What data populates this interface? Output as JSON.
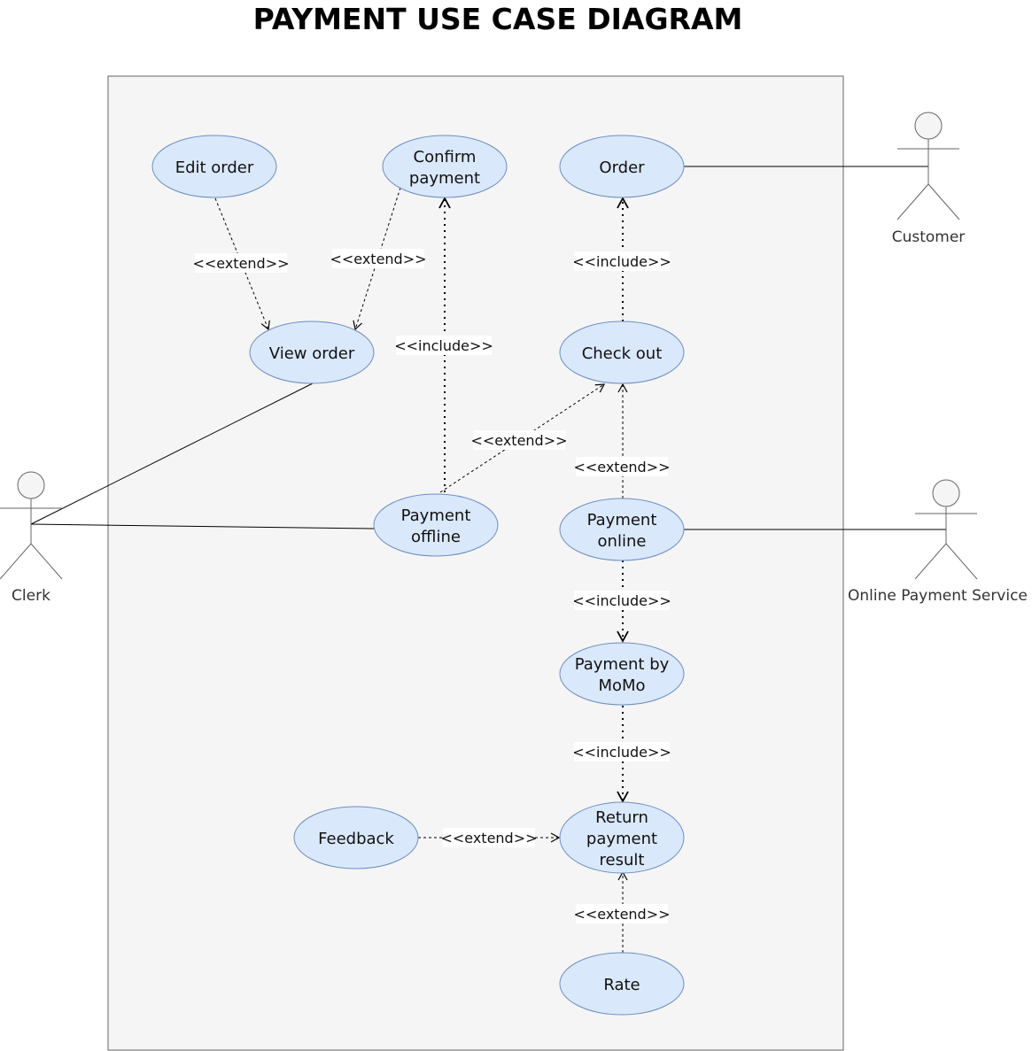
{
  "title": "PAYMENT USE CASE DIAGRAM",
  "colors": {
    "usecase_fill": "#dae8fc",
    "usecase_stroke": "#6c8ebf",
    "system_fill": "#f5f5f5",
    "system_stroke": "#666666",
    "actor_fill": "#f5f5f5",
    "line": "#000000"
  },
  "actors": {
    "customer": "Customer",
    "clerk": "Clerk",
    "online_payment": "Online Payment Service"
  },
  "usecases": {
    "edit_order": [
      "Edit order"
    ],
    "confirm_payment": [
      "Confirm",
      "payment"
    ],
    "order": [
      "Order"
    ],
    "view_order": [
      "View order"
    ],
    "check_out": [
      "Check out"
    ],
    "payment_offline": [
      "Payment",
      "offline"
    ],
    "payment_online": [
      "Payment",
      "online"
    ],
    "payment_momo": [
      "Payment by",
      "MoMo"
    ],
    "feedback": [
      "Feedback"
    ],
    "return_result": [
      "Return",
      "payment",
      "result"
    ],
    "rate": [
      "Rate"
    ]
  },
  "relations": {
    "extend": "<<extend>>",
    "include": "<<include>>"
  }
}
